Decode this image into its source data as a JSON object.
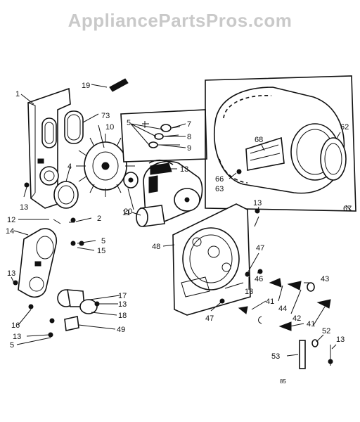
{
  "header": {
    "watermark": "AppliancePartsPros.com",
    "colors": {
      "watermark": "#c9c9c9",
      "ink": "#111111",
      "background": "#ffffff"
    }
  },
  "diagram": {
    "callouts": {
      "c1": "1",
      "c2": "2",
      "c4": "4",
      "c5a": "5",
      "c5b": "5",
      "c5c": "5",
      "c7": "7",
      "c8": "8",
      "c9": "9",
      "c10": "10",
      "c11": "11",
      "c12": "12",
      "c13a": "13",
      "c13b": "13",
      "c13c": "13",
      "c13d": "13",
      "c13e": "13",
      "c13f": "13",
      "c13g": "13",
      "c13h": "13",
      "c14": "14",
      "c15": "15",
      "c16": "16",
      "c17": "17",
      "c18": "18",
      "c19": "19",
      "c20": "20",
      "c41a": "41",
      "c41b": "41",
      "c42": "42",
      "c43": "43",
      "c44": "44",
      "c46": "46",
      "c47a": "47",
      "c47b": "47",
      "c48": "48",
      "c49": "49",
      "c52": "52",
      "c53": "53",
      "c62": "62",
      "c63": "63",
      "c66": "66",
      "c67": "67",
      "c68": "68",
      "c73": "73"
    },
    "page_code": "85"
  }
}
